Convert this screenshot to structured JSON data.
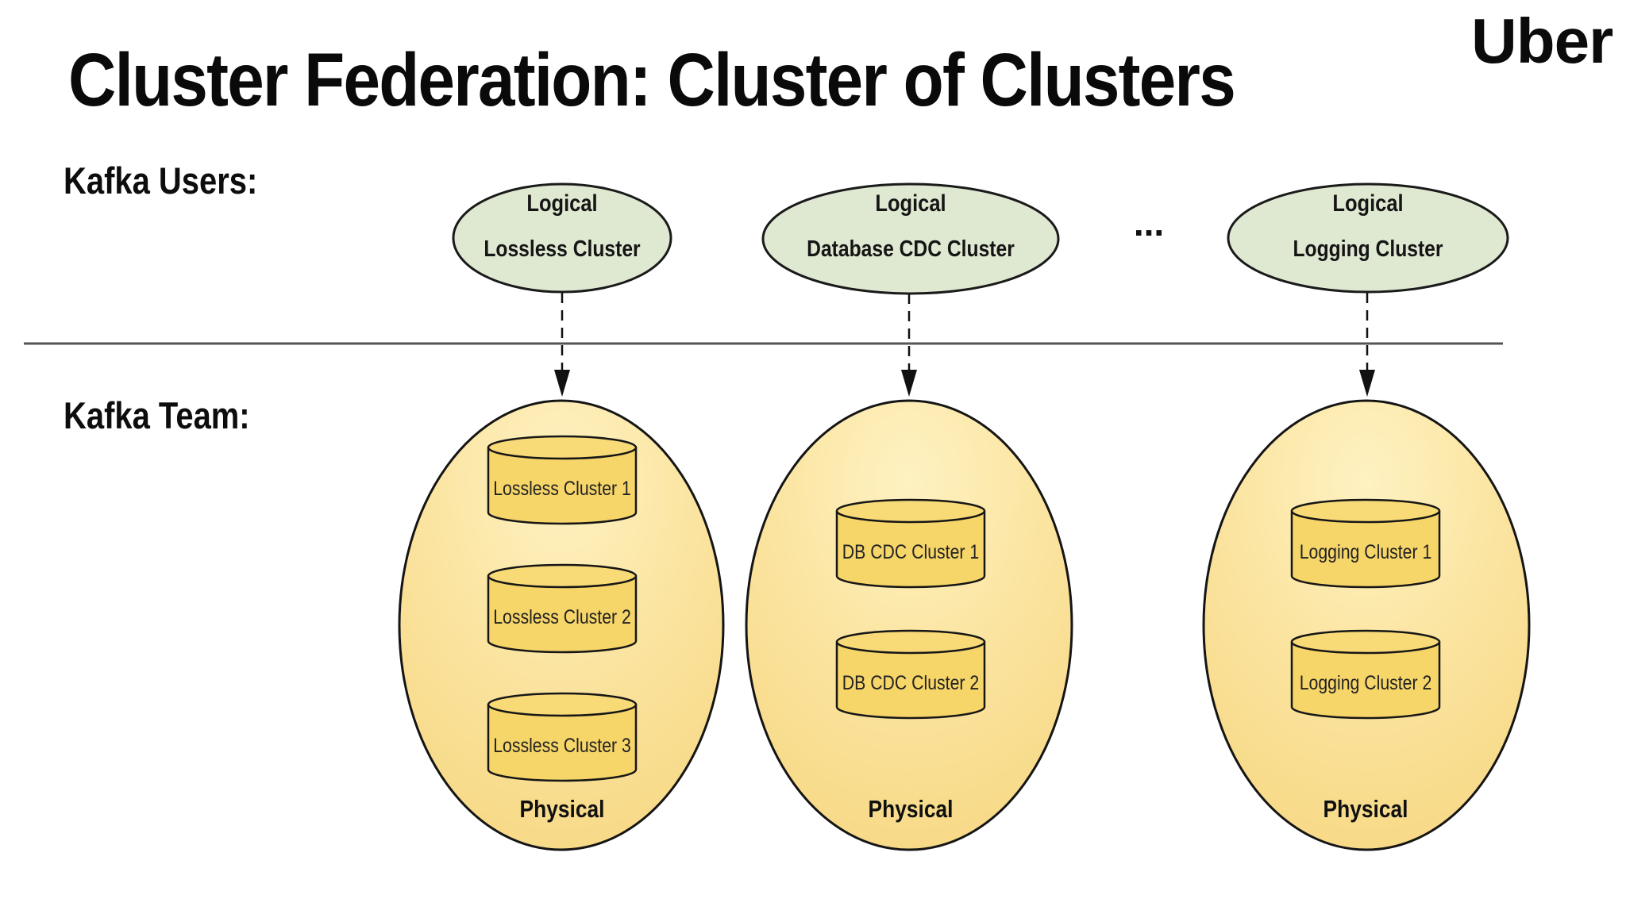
{
  "header": {
    "title": "Cluster Federation: Cluster of Clusters",
    "brand": "Uber"
  },
  "labels": {
    "kafka_users": "Kafka Users:",
    "kafka_team": "Kafka Team:",
    "ellipsis": "..."
  },
  "logical_clusters": [
    {
      "type_label": "Logical",
      "name": "Lossless Cluster"
    },
    {
      "type_label": "Logical",
      "name": "Database CDC Cluster"
    },
    {
      "type_label": "Logical",
      "name": "Logging Cluster"
    }
  ],
  "physical_groups": [
    {
      "label": "Physical",
      "clusters": [
        "Lossless Cluster 1",
        "Lossless Cluster 2",
        "Lossless Cluster 3"
      ]
    },
    {
      "label": "Physical",
      "clusters": [
        "DB CDC Cluster 1",
        "DB CDC Cluster 2"
      ]
    },
    {
      "label": "Physical",
      "clusters": [
        "Logging Cluster 1",
        "Logging Cluster 2"
      ]
    }
  ],
  "colors": {
    "background": "#FFFFFF",
    "logical_fill": "#DFE9D2",
    "logical_stroke": "#1A1A1A",
    "physical_fill_light": "#FEF2C2",
    "physical_fill_dark": "#F7D986",
    "physical_stroke": "#151515",
    "cylinder_fill": "#F6D569",
    "cylinder_top_fill": "#F8DA76",
    "cylinder_stroke": "#161616",
    "divider": "#555555",
    "arrow": "#111111",
    "text": "#111111"
  }
}
